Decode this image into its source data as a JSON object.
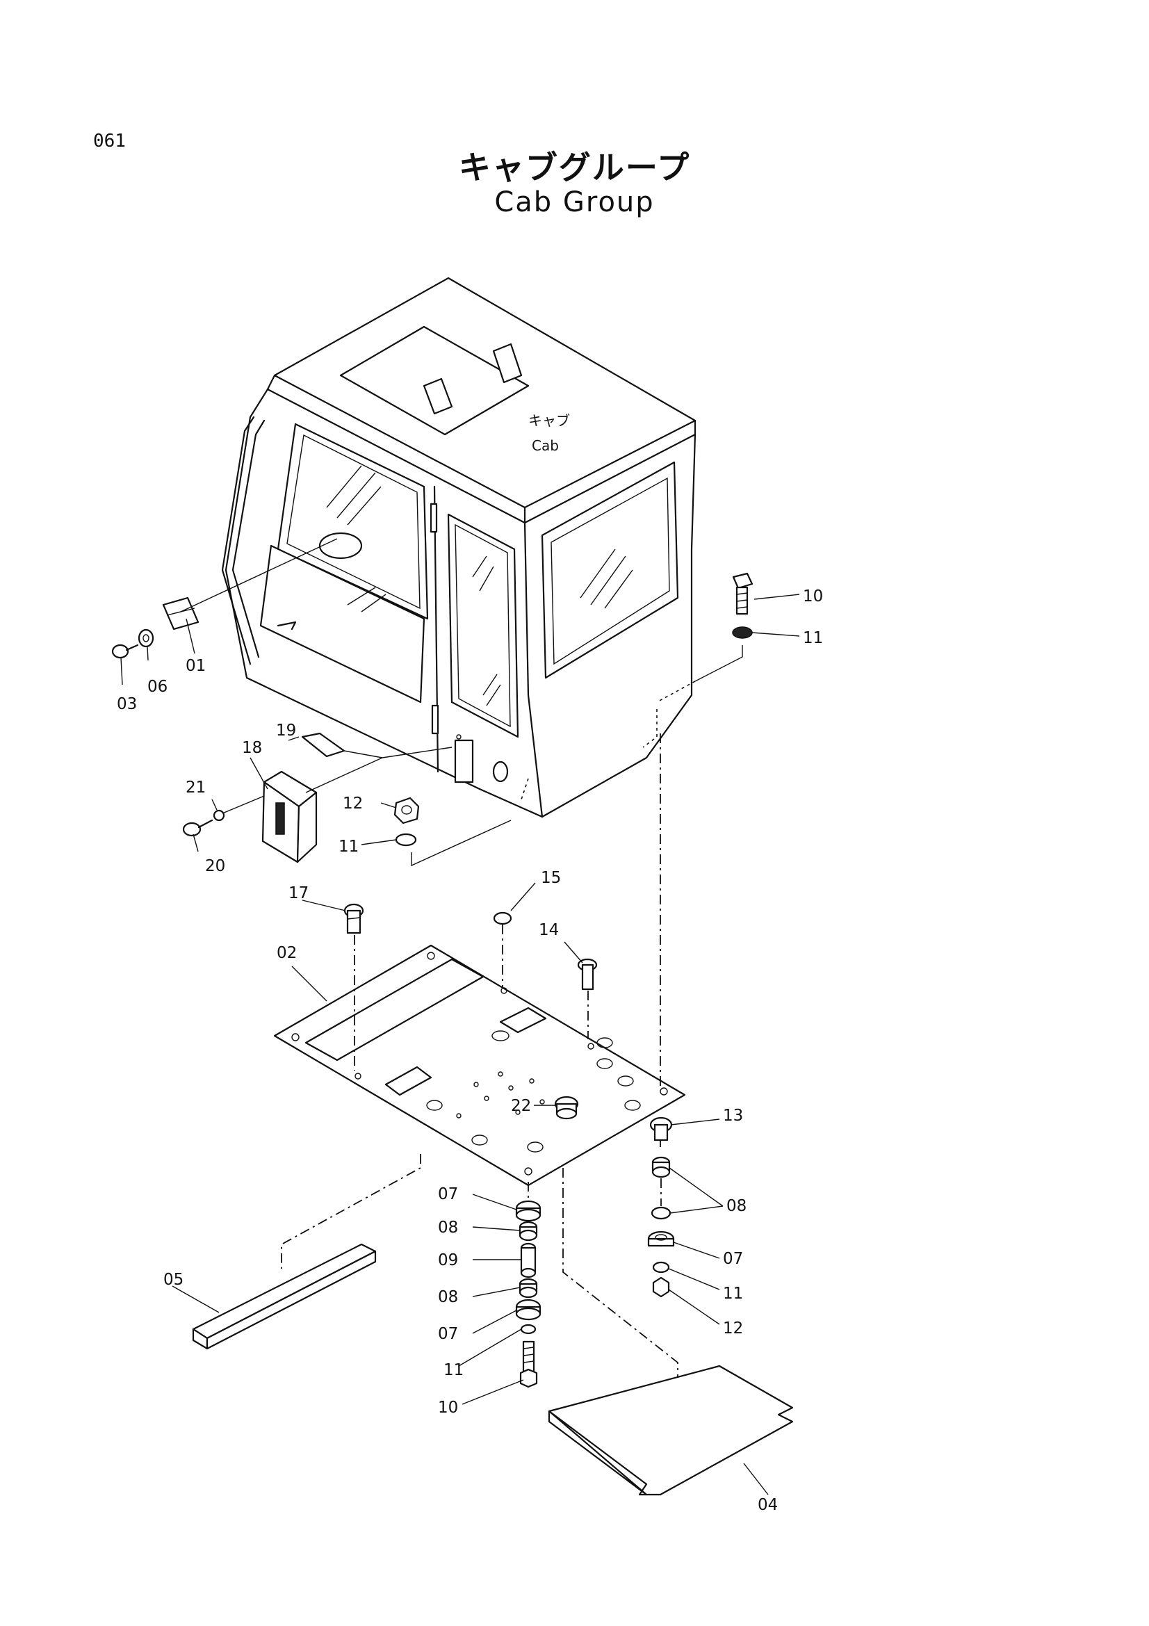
{
  "page_number": "061",
  "title_jp": "キャブグループ",
  "title_en": "Cab Group",
  "cab_label_jp": "キャブ",
  "cab_label_en": "Cab",
  "callouts": {
    "c10a": "10",
    "c11a": "11",
    "c01": "01",
    "c06": "06",
    "c03": "03",
    "c19": "19",
    "c18": "18",
    "c21": "21",
    "c20": "20",
    "c12a": "12",
    "c11b": "11",
    "c15": "15",
    "c17": "17",
    "c14": "14",
    "c02": "02",
    "c22": "22",
    "c13": "13",
    "c07a": "07",
    "c08a": "08",
    "c09": "09",
    "c08b": "08",
    "c07b": "07",
    "c11c": "11",
    "c10b": "10",
    "c08c": "08",
    "c07c": "07",
    "c11d": "11",
    "c12b": "12",
    "c05": "05",
    "c04": "04"
  }
}
